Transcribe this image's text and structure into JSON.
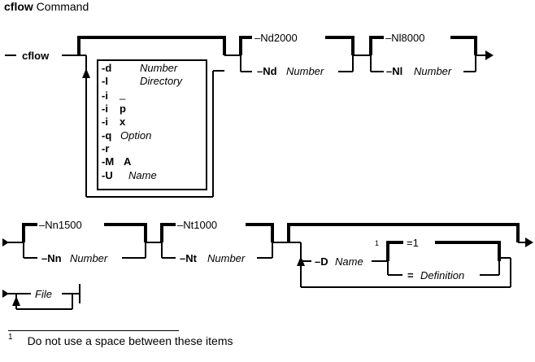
{
  "title": {
    "command": "cflow",
    "suffix": "Command"
  },
  "diagram": {
    "row1": {
      "command": "cflow",
      "flags": [
        {
          "flag": "-d",
          "arg": "Number"
        },
        {
          "flag": "-I",
          "arg": "Directory"
        },
        {
          "flag": "-i",
          "arg": "_"
        },
        {
          "flag": "-i",
          "arg": "p"
        },
        {
          "flag": "-i",
          "arg": "x"
        },
        {
          "flag": "-q",
          "arg": "Option"
        },
        {
          "flag": "-r",
          "arg": ""
        },
        {
          "flag": "-M",
          "arg": "A"
        },
        {
          "flag": "-U",
          "arg": "Name"
        }
      ],
      "nd_default": "–Nd2000",
      "nd_flag": "–Nd",
      "nd_arg": "Number",
      "nl_default": "–Nl8000",
      "nl_flag": "–Nl",
      "nl_arg": "Number"
    },
    "row2": {
      "nn_default": "–Nn1500",
      "nn_flag": "–Nn",
      "nn_arg": "Number",
      "nt_default": "–Nt1000",
      "nt_flag": "–Nt",
      "nt_arg": "Number",
      "d_flag": "–D",
      "d_arg": "Name",
      "footnote_ref": "1",
      "d_default": "=1",
      "d_eq": "=",
      "d_def": "Definition"
    },
    "row3": {
      "file": "File"
    }
  },
  "footnote": {
    "number": "1",
    "text": "Do not use a space between these items"
  }
}
